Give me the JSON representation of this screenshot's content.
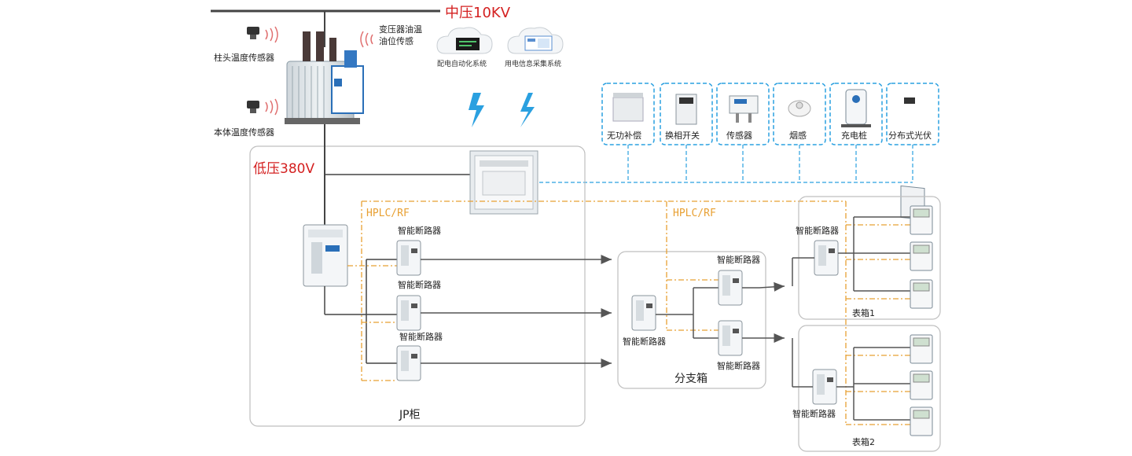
{
  "labels": {
    "medium_voltage": "中压10KV",
    "low_voltage": "低压380V",
    "pole_temp_sensor": "柱头温度传感器",
    "body_temp_sensor": "本体温度传感器",
    "transformer_oil_sensor_line1": "变压器油温",
    "transformer_oil_sensor_line2": "油位传感",
    "dist_automation_system": "配电自动化系统",
    "power_info_system": "用电信息采集系统",
    "hplc_rf_1": "HPLC/RF",
    "hplc_rf_2": "HPLC/RF",
    "jp_cabinet": "JP柜",
    "branch_box": "分支箱",
    "meter_box_1": "表箱1",
    "meter_box_2": "表箱2",
    "smart_breaker": "智能断路器"
  },
  "devices": [
    {
      "label": "无功补偿",
      "icon": "capacitor-icon"
    },
    {
      "label": "换相开关",
      "icon": "phase-switch-icon"
    },
    {
      "label": "传感器",
      "icon": "sensor-icon"
    },
    {
      "label": "烟感",
      "icon": "smoke-detector-icon"
    },
    {
      "label": "充电桩",
      "icon": "charging-pile-icon"
    },
    {
      "label": "分布式光伏",
      "icon": "solar-inverter-icon"
    }
  ],
  "colors": {
    "accent_red": "#d42020",
    "hplc_orange": "#e8a033",
    "wireless_blue": "#2aa0e0",
    "line_gray": "#555555"
  }
}
